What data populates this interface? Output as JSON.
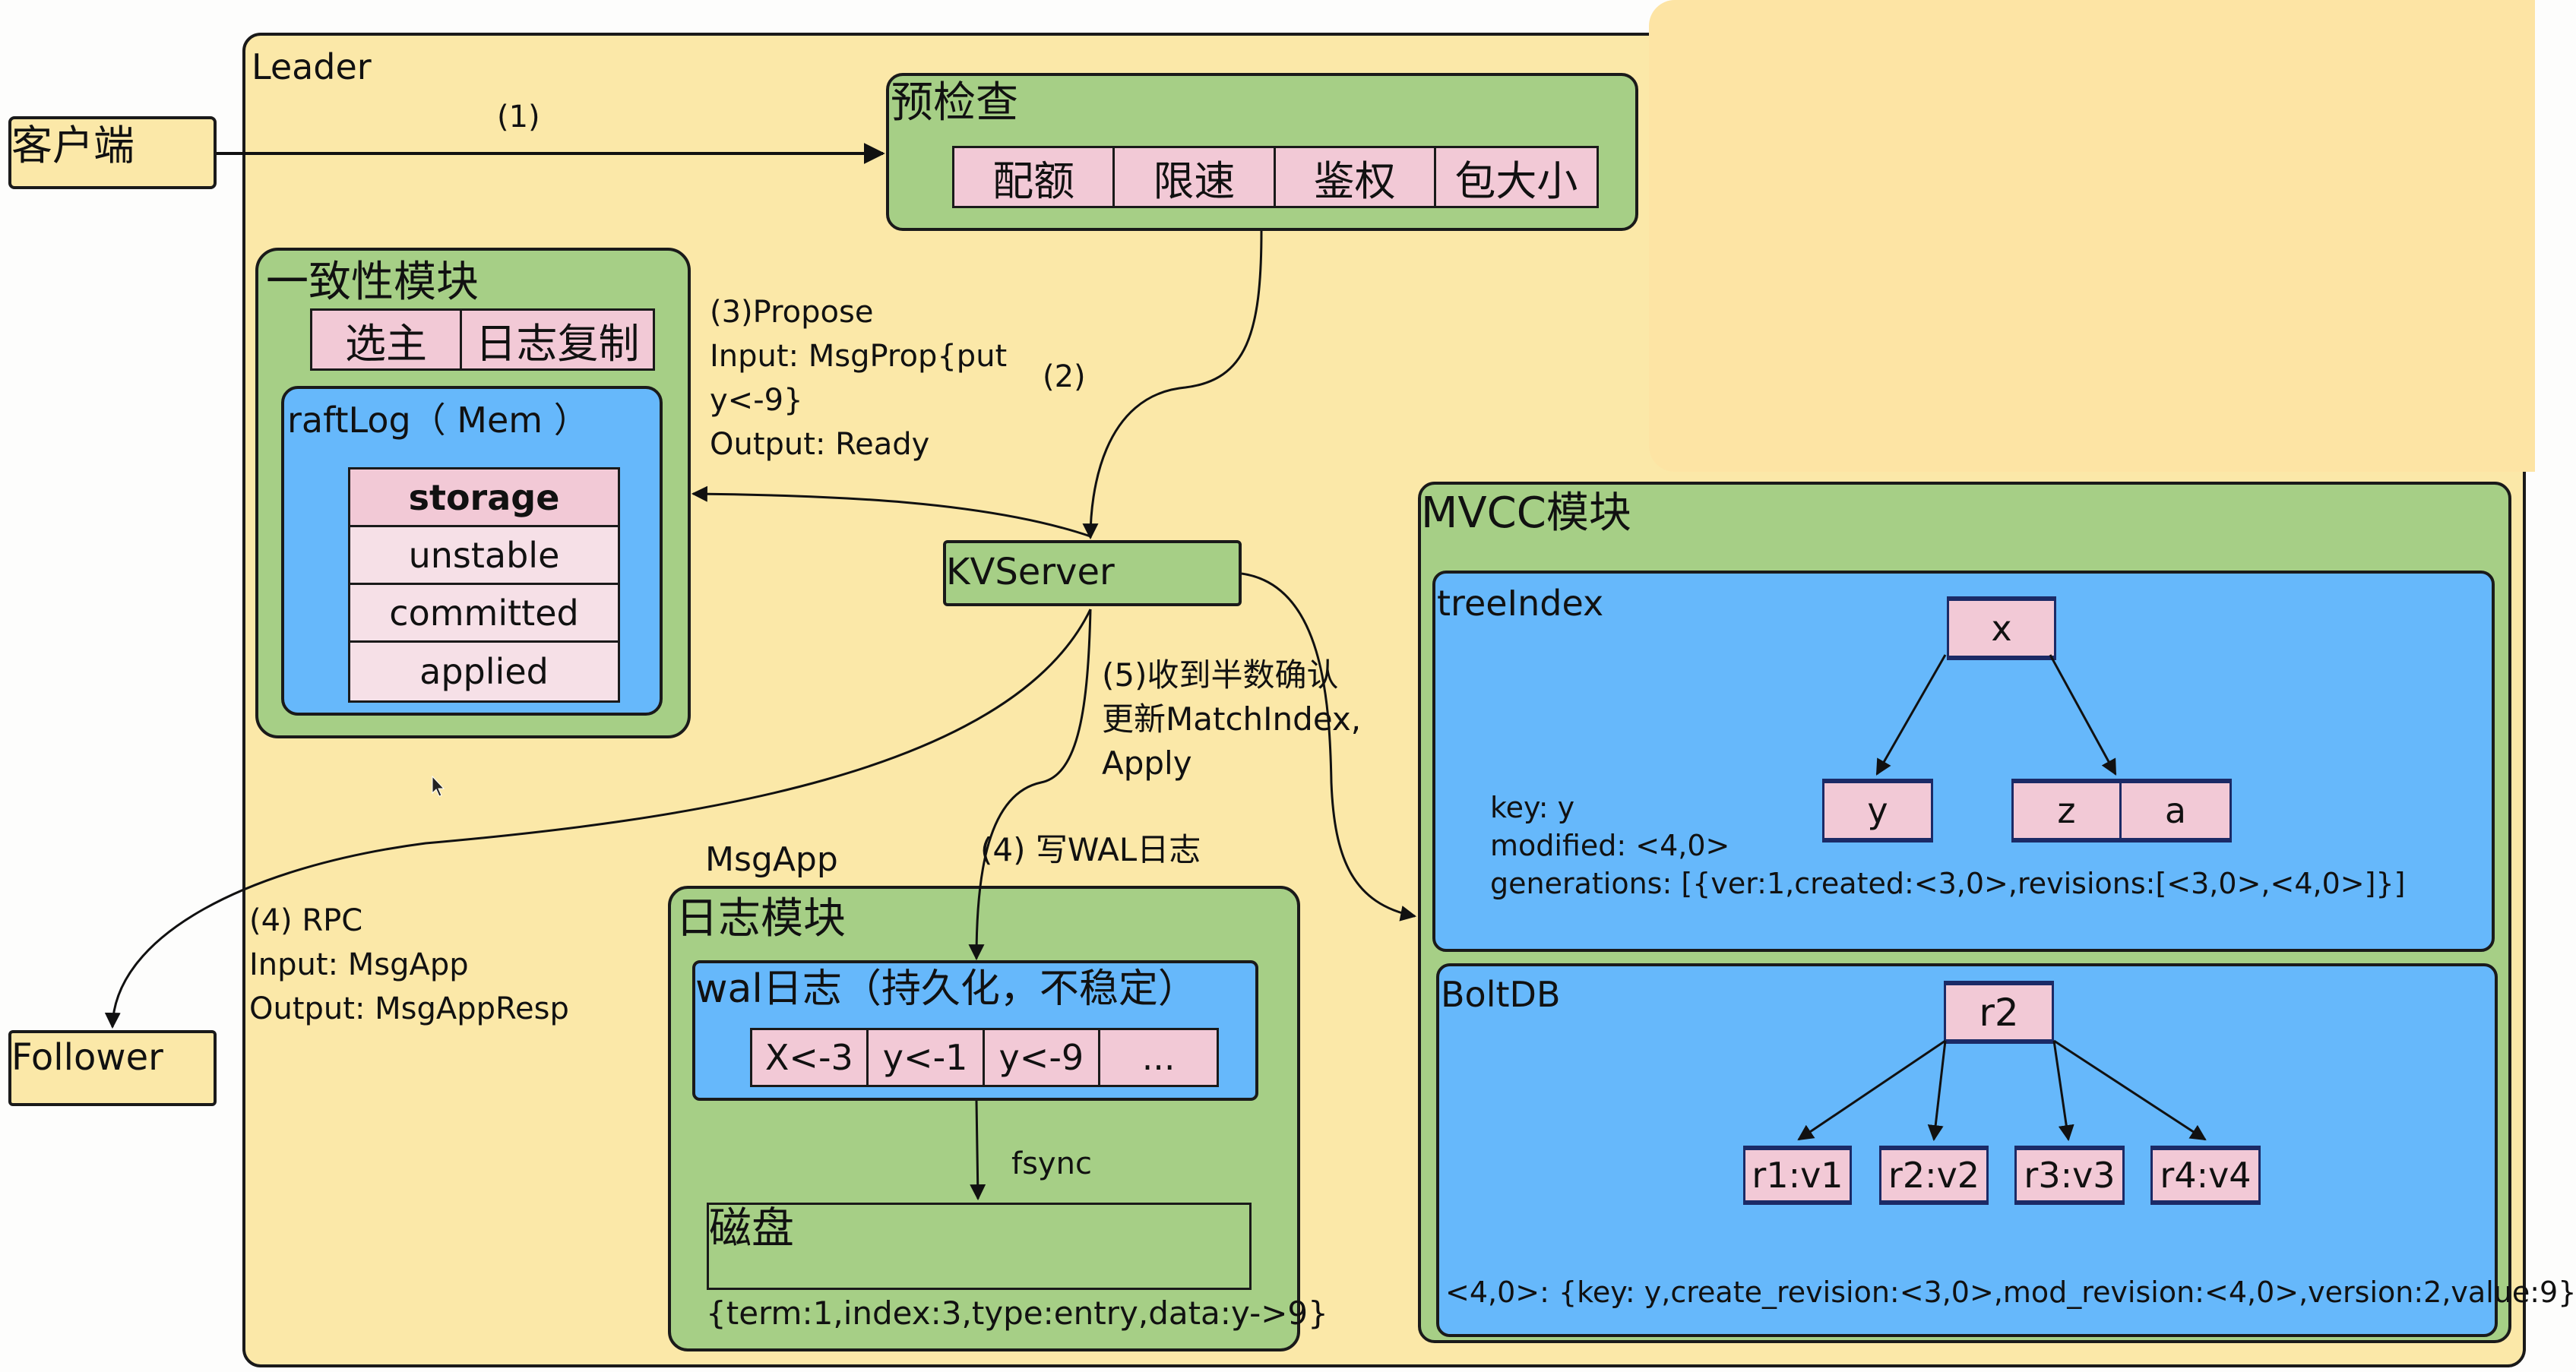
{
  "client": {
    "label": "客户端"
  },
  "follower": {
    "label": "Follower"
  },
  "leader": {
    "label": "Leader"
  },
  "precheck": {
    "title": "预检查",
    "items": [
      "配额",
      "限速",
      "鉴权",
      "包大小"
    ]
  },
  "consensus": {
    "title": "一致性模块",
    "items": [
      "选主",
      "日志复制"
    ],
    "raftlog": {
      "title": "raftLog（ Mem ）",
      "rows": [
        "storage",
        "unstable",
        "committed",
        "applied"
      ]
    }
  },
  "kvserver": {
    "label": "KVServer"
  },
  "steps": {
    "s1": "(1)",
    "s2": "(2)",
    "s3": [
      "(3)Propose",
      "Input: MsgProp{put",
      "y<-9}",
      "Output: Ready"
    ],
    "s4_rpc": [
      "(4) RPC",
      "Input: MsgApp",
      "Output: MsgAppResp"
    ],
    "s4_wal": "(4) 写WAL日志",
    "s5": [
      "(5)收到半数确认",
      "更新MatchIndex,",
      "Apply"
    ],
    "msgapp": "MsgApp",
    "fsync": "fsync"
  },
  "logmodule": {
    "title": "日志模块",
    "wal": {
      "title": "wal日志（持久化，不稳定）",
      "entries": [
        "X<-3",
        "y<-1",
        "y<-9",
        "..."
      ]
    },
    "disk": {
      "title": "磁盘"
    },
    "record": "{term:1,index:3,type:entry,data:y->9}"
  },
  "mvcc": {
    "title": "MVCC模块",
    "treeindex": {
      "title": "treeIndex",
      "root": "x",
      "left": "y",
      "right": [
        "z",
        "a"
      ],
      "info": [
        "key: y",
        "modified: <4,0>",
        "generations: [{ver:1,created:<3,0>,revisions:[<3,0>,<4,0>]}]"
      ]
    },
    "boltdb": {
      "title": "BoltDB",
      "root": "r2",
      "leaves": [
        "r1:v1",
        "r2:v2",
        "r3:v3",
        "r4:v4"
      ],
      "record": "<4,0>: {key: y,create_revision:<3,0>,mod_revision:<4,0>,version:2,value:9}"
    }
  }
}
